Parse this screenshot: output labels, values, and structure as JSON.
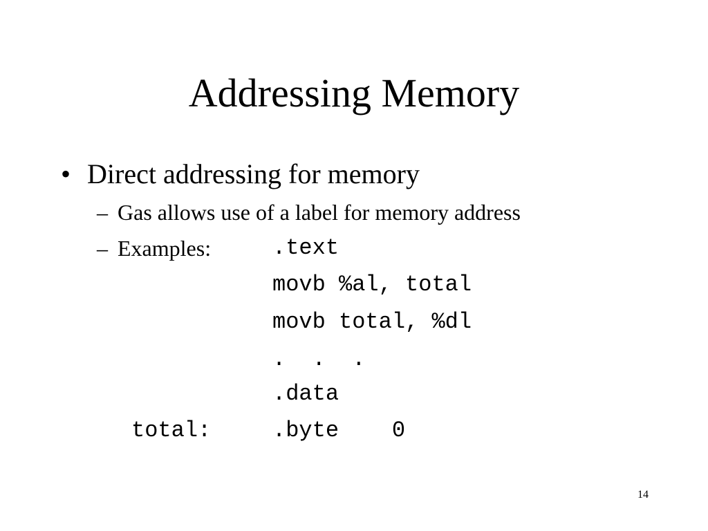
{
  "slide": {
    "title": "Addressing Memory",
    "bullet_char": "•",
    "sub_bullet_char": "–",
    "bullet": "Direct addressing for memory",
    "sub_bullets": [
      "Gas allows use of a label for memory address",
      "Examples:"
    ],
    "code_lines": [
      ".text",
      "movb %al, total",
      "movb total, %dl",
      ".  .  .",
      ".data",
      ".byte    0"
    ],
    "code_label": "total:",
    "page_number": "14"
  }
}
